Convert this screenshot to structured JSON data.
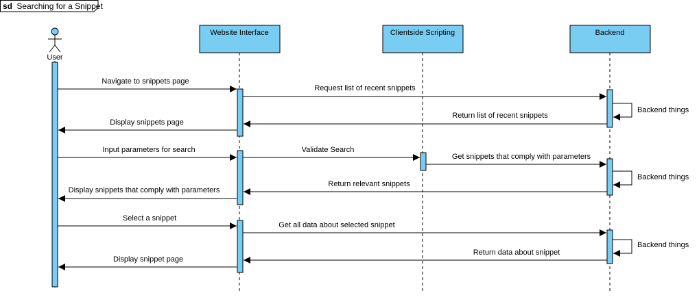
{
  "diagram": {
    "frame": {
      "keyword": "sd",
      "title": "Searching for a Snippet"
    },
    "actor": {
      "label": "User"
    },
    "participants": [
      {
        "label": "Website Interface"
      },
      {
        "label": "Clientside Scripting"
      },
      {
        "label": "Backend"
      }
    ],
    "messages": [
      {
        "label": "Navigate to snippets page"
      },
      {
        "label": "Request list of recent snippets"
      },
      {
        "label": "Backend things"
      },
      {
        "label": "Return list of recent snippets"
      },
      {
        "label": "Display snippets page"
      },
      {
        "label": "Input parameters for search"
      },
      {
        "label": "Validate Search"
      },
      {
        "label": "Get snippets that comply with parameters"
      },
      {
        "label": "Backend things"
      },
      {
        "label": "Return relevant snippets"
      },
      {
        "label": "Display snippets that comply with parameters"
      },
      {
        "label": "Select a snippet"
      },
      {
        "label": "Get all data about selected snippet"
      },
      {
        "label": "Backend things"
      },
      {
        "label": "Return data about snippet"
      },
      {
        "label": "Display snippet page"
      }
    ],
    "colors": {
      "participant_fill": "#79cdf2",
      "activation_fill": "#79cdf2",
      "line": "#000000",
      "actor_head": "#79cdf2"
    }
  }
}
